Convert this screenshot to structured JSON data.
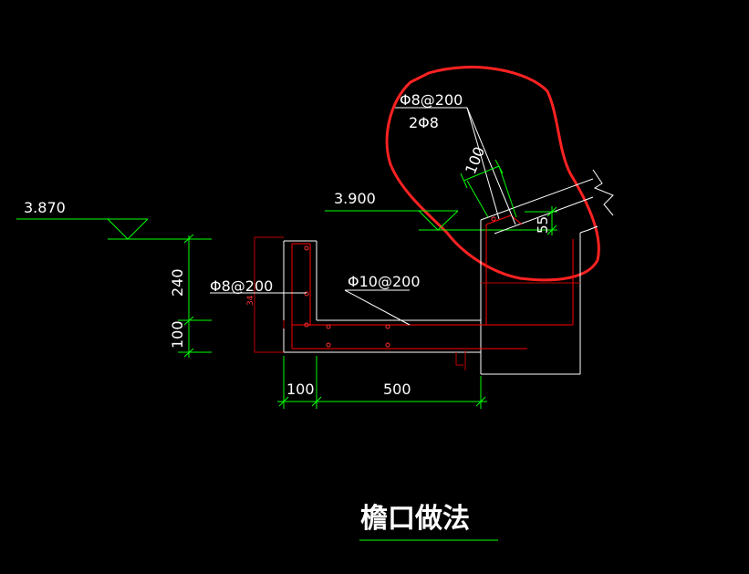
{
  "drawing": {
    "title": "檐口做法",
    "elevations": {
      "left": "3.870",
      "right": "3.900"
    },
    "rebar_labels": {
      "cluster_top": "Φ8@200",
      "cluster_bottom": "2Φ8",
      "wall_stirrup": "Φ8@200",
      "slab_main": "Φ10@200"
    },
    "dimensions": {
      "slope_spacing": "100",
      "small_height": "55",
      "wall_height": "240",
      "slab_thickness": "100",
      "wall_width": "100",
      "slab_span": "500",
      "tiny_note": "34"
    }
  },
  "colors": {
    "background": "#000000",
    "concrete_outline": "#ffffff",
    "dimension": "#00ff00",
    "rebar": "#ff0000",
    "rebar_dark": "#c00000",
    "markup_circle": "#ff2222",
    "text": "#ffffff"
  }
}
